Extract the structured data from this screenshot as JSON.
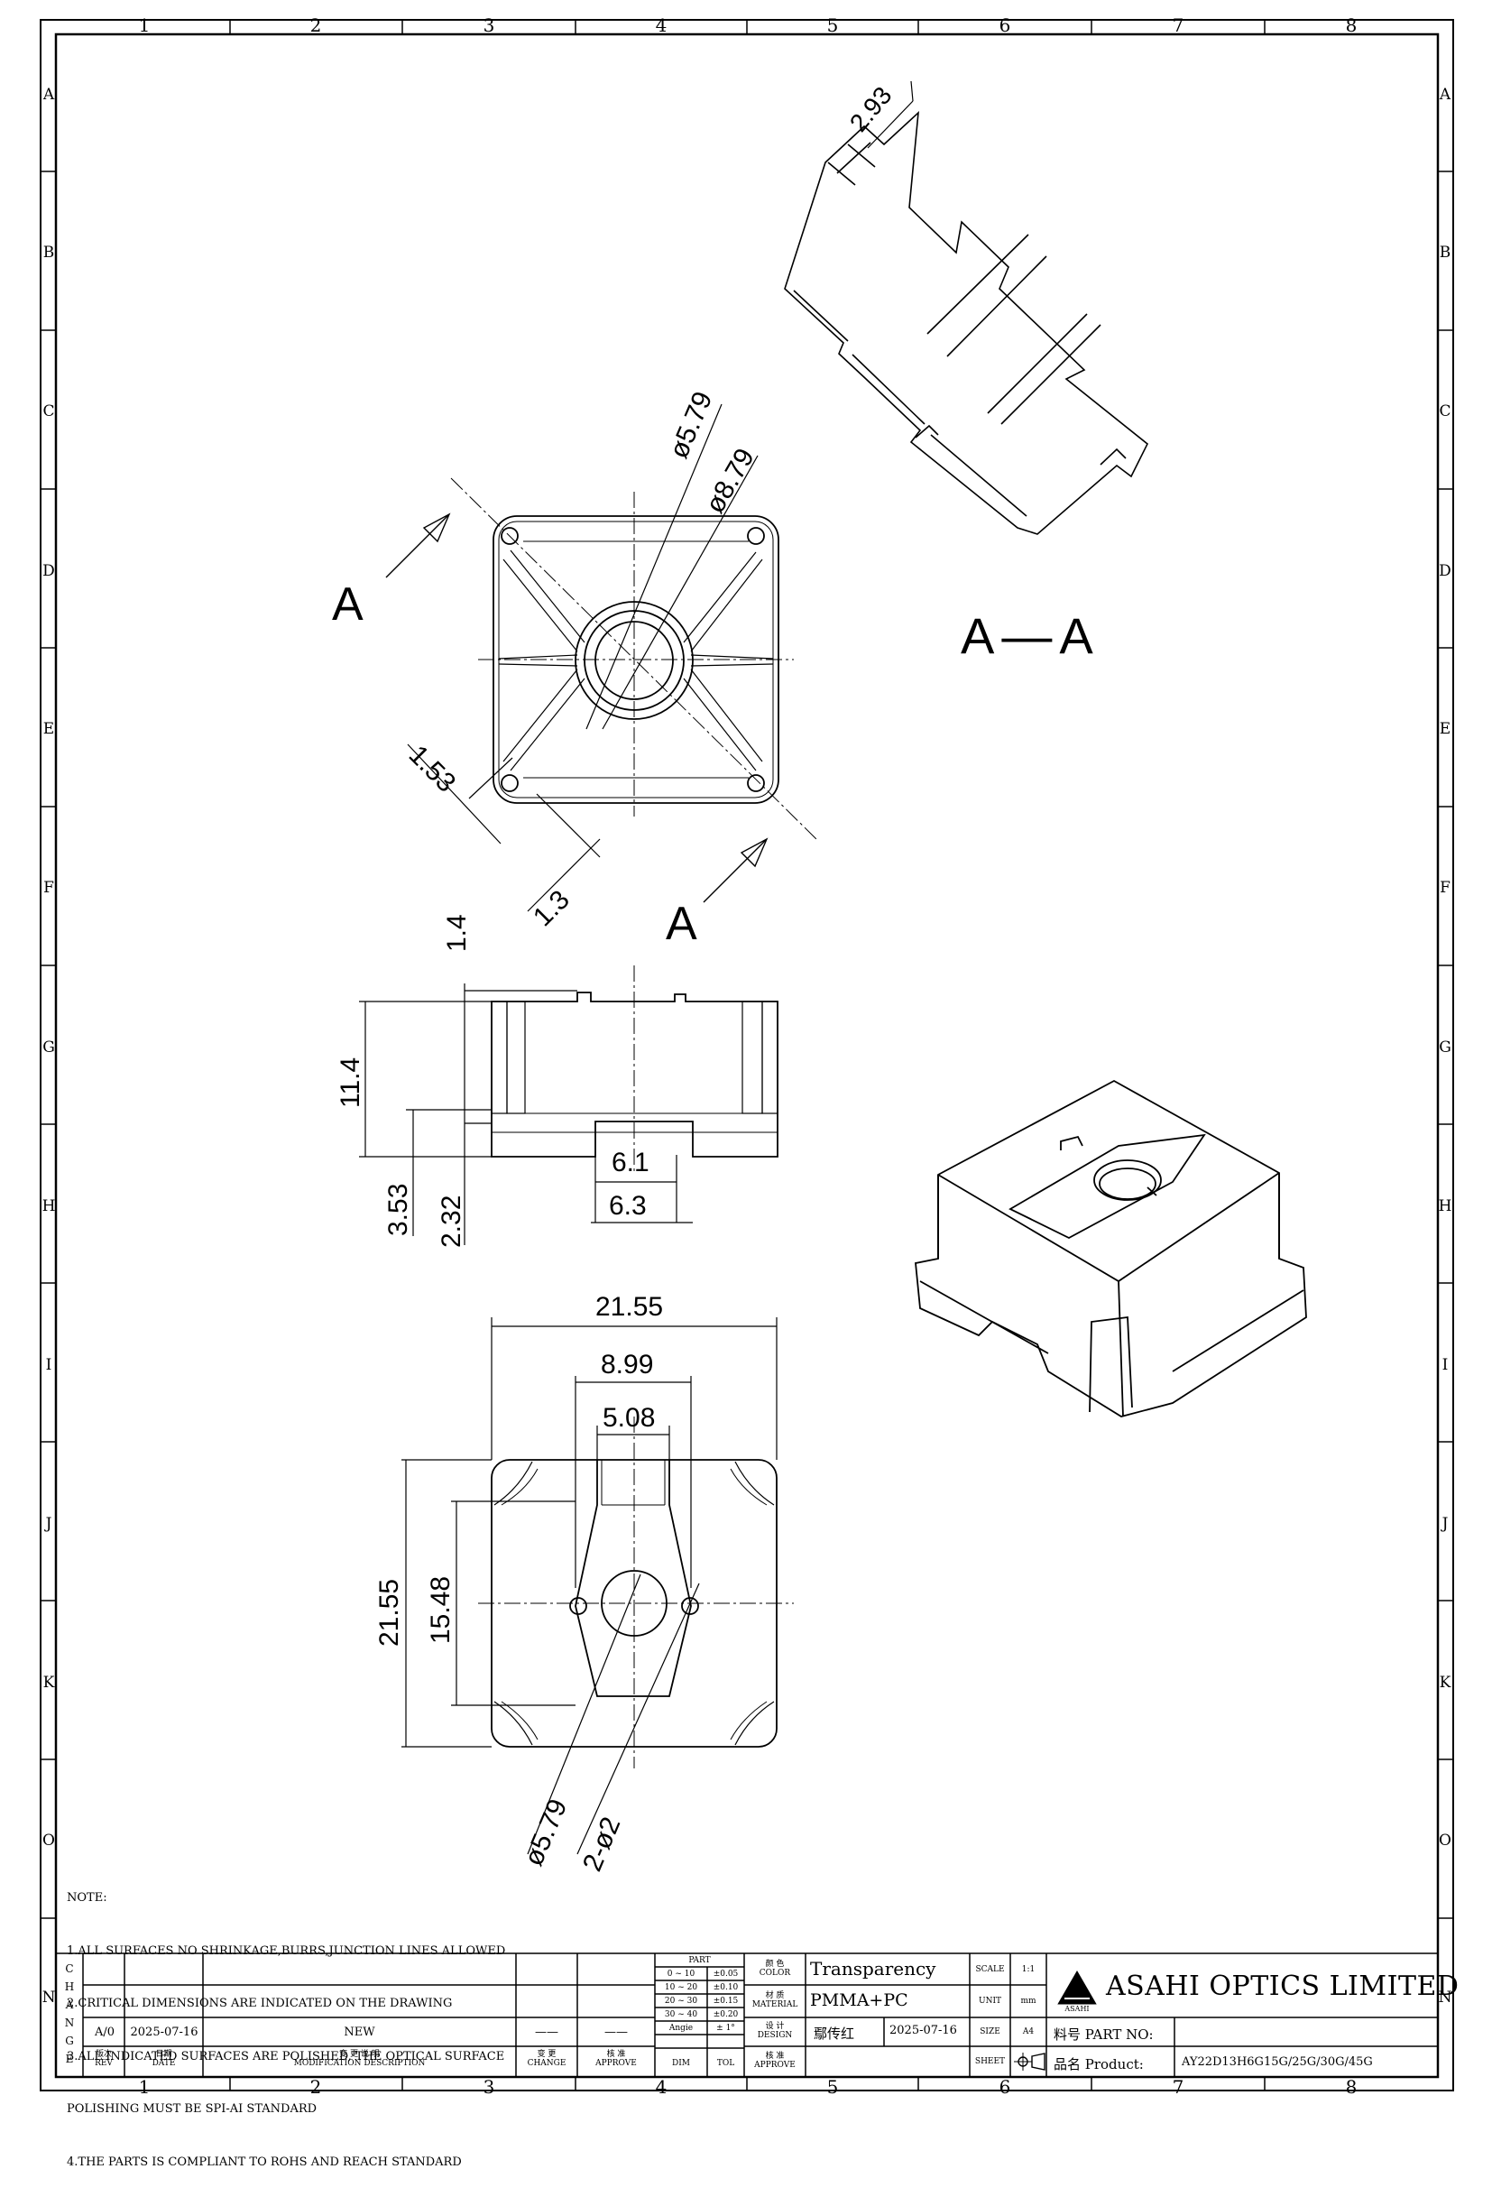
{
  "grid": {
    "cols": [
      "1",
      "2",
      "3",
      "4",
      "5",
      "6",
      "7",
      "8"
    ],
    "rows": [
      "A",
      "B",
      "C",
      "D",
      "E",
      "F",
      "G",
      "H",
      "I",
      "J",
      "K",
      "O",
      "N"
    ]
  },
  "section": {
    "cut_label_top": "A",
    "cut_label_bottom": "A",
    "view_label": "A—A"
  },
  "dimensions": {
    "top_view": {
      "d_outer": "ø8.79",
      "d_inner": "ø5.79",
      "d_153": "1.53",
      "d_13": "1.3"
    },
    "side_view": {
      "d_14": "1.4",
      "d_114": "11.4",
      "d_353": "3.53",
      "d_232": "2.32",
      "d_61": "6.1",
      "d_63": "6.3"
    },
    "bottom_view": {
      "w_2155": "21.55",
      "w_899": "8.99",
      "w_508": "5.08",
      "h_2155": "21.55",
      "h_1548": "15.48",
      "d_579": "ø5.79",
      "d_2ph2": "2-ø2"
    }
  },
  "notes": [
    "NOTE:",
    "1.ALL SURFACES NO SHRINKAGE,BURRS,JUNCTION LINES ALLOWED",
    "2.CRITICAL DIMENSIONS ARE INDICATED ON THE DRAWING",
    "3.ALL INDICATED SURFACES ARE POLISHED, THE OPTICAL SURFACE",
    "POLISHING MUST BE SPI-AI STANDARD",
    "4.THE PARTS IS COMPLIANT TO ROHS AND REACH STANDARD"
  ],
  "title_block": {
    "change_letters": "C\nH\nA\nN\nG\nE",
    "rev_value": "A/0",
    "date_value": "2025-07-16",
    "desc_value": "NEW",
    "change_value": "——",
    "approve_value": "——",
    "rev_hdr": "版次\nREV",
    "date_hdr": "日期\nDATE",
    "desc_hdr": "变 更 说 明\nMODIFICATION DESCRIPTION",
    "change_hdr": "变 更\nCHANGE",
    "approve_hdr": "核 准\nAPPROVE",
    "part_hdr": "PART",
    "tol_rows": [
      [
        "0 ~ 10",
        "±0.05"
      ],
      [
        "10 ~ 20",
        "±0.10"
      ],
      [
        "20 ~ 30",
        "±0.15"
      ],
      [
        "30 ~ 40",
        "±0.20"
      ],
      [
        "Angie",
        "± 1°"
      ]
    ],
    "dim_hdr": "DIM",
    "tol_hdr": "TOL",
    "color_hdr": "颜 色\nCOLOR",
    "color_value": "Transparency",
    "material_hdr": "材 质\nMATERIAL",
    "material_value": "PMMA+PC",
    "design_hdr": "设 计\nDESIGN",
    "design_name": "鄢传红",
    "design_date": "2025-07-16",
    "approve2_hdr": "核 准\nAPPROVE",
    "scale_hdr": "SCALE",
    "scale_value": "1:1",
    "unit_hdr": "UNIT",
    "unit_value": "mm",
    "size_hdr": "SIZE",
    "size_value": "A4",
    "sheet_hdr": "SHEET",
    "company": "ASAHI OPTICS LIMITED",
    "logo_text": "ASAHI",
    "partno_hdr": "料号  PART NO:",
    "partno_value": "",
    "product_hdr": "品名  Product:",
    "product_value": "AY22D13H6G15G/25G/30G/45G"
  }
}
